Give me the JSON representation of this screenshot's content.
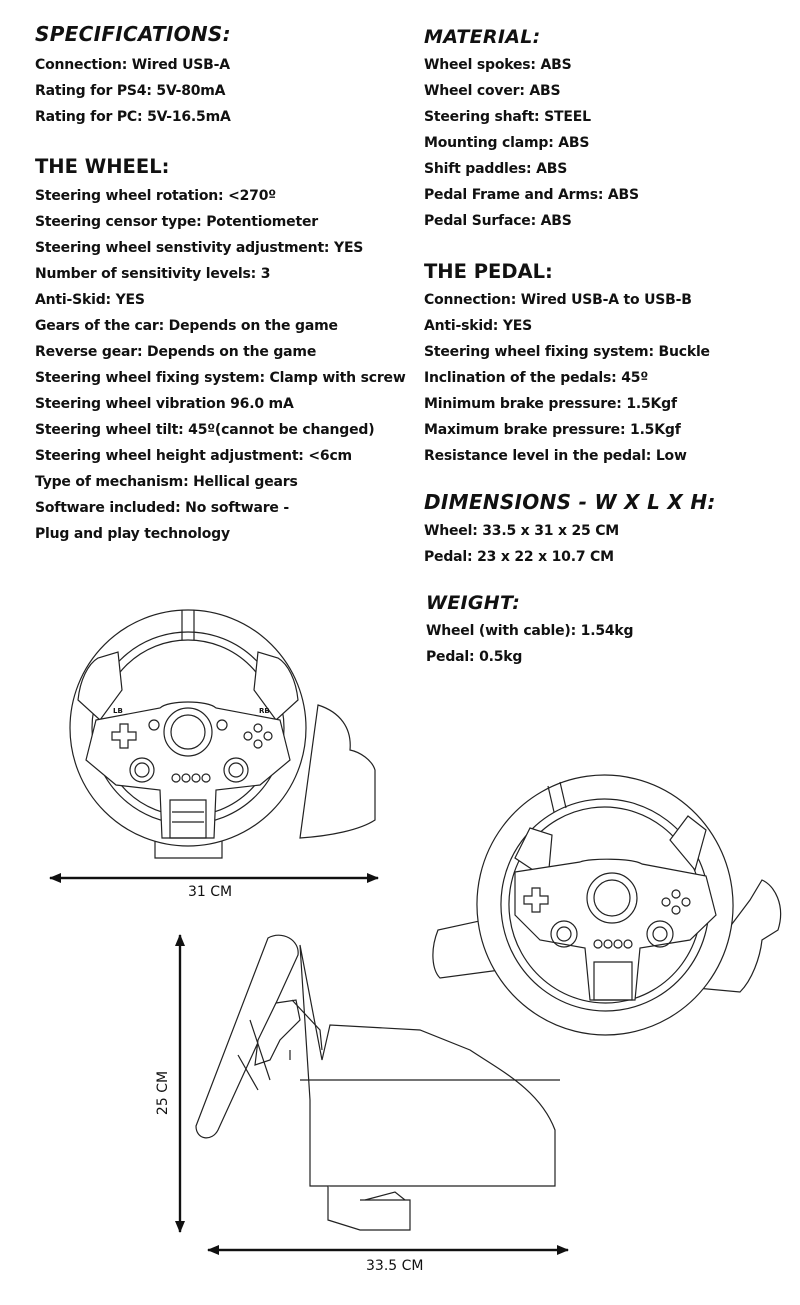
{
  "specifications": {
    "heading": "SPECIFICATIONS:",
    "items": [
      "Connection: Wired USB-A",
      "Rating for PS4: 5V-80mA",
      "Rating for PC: 5V-16.5mA"
    ]
  },
  "wheel": {
    "heading": "THE WHEEL:",
    "items": [
      "Steering wheel rotation: <270º",
      "Steering censor type: Potentiometer",
      "Steering wheel senstivity adjustment: YES",
      "Number of sensitivity levels: 3",
      "Anti-Skid: YES",
      "Gears of the car: Depends on the game",
      "Reverse gear: Depends on the  game",
      "Steering wheel fixing system: Clamp with screw",
      "Steering wheel vibration 96.0 mA",
      "Steering wheel tilt: 45º(cannot be changed)",
      "Steering wheel height adjustment: <6cm",
      "Type of mechanism: Hellical gears",
      "Software included: No software -",
      "Plug and play  technology"
    ]
  },
  "material": {
    "heading": "MATERIAL:",
    "items": [
      "Wheel spokes: ABS",
      "Wheel cover: ABS",
      "Steering shaft: STEEL",
      "Mounting clamp: ABS",
      "Shift paddles: ABS",
      "Pedal Frame and Arms: ABS",
      "Pedal Surface: ABS"
    ]
  },
  "pedal": {
    "heading": "THE PEDAL:",
    "items": [
      "Connection: Wired USB-A to USB-B",
      "Anti-skid: YES",
      "Steering wheel fixing system: Buckle",
      "Inclination of the pedals: 45º",
      "Minimum brake pressure: 1.5Kgf",
      "Maximum brake pressure: 1.5Kgf",
      "Resistance level in the pedal: Low"
    ]
  },
  "dimensions": {
    "heading": "DIMENSIONS - W X L X H:",
    "items": [
      "Wheel:  33.5 x 31 x 25 CM",
      "Pedal: 23 x 22 x 10.7 CM"
    ]
  },
  "weight": {
    "heading": "WEIGHT:",
    "items": [
      "Wheel (with cable): 1.54kg",
      "Pedal: 0.5kg"
    ]
  },
  "drawing_labels": {
    "width": "31 CM",
    "height": "25 CM",
    "length": "33.5 CM",
    "lb": "LB",
    "rb": "RB"
  }
}
